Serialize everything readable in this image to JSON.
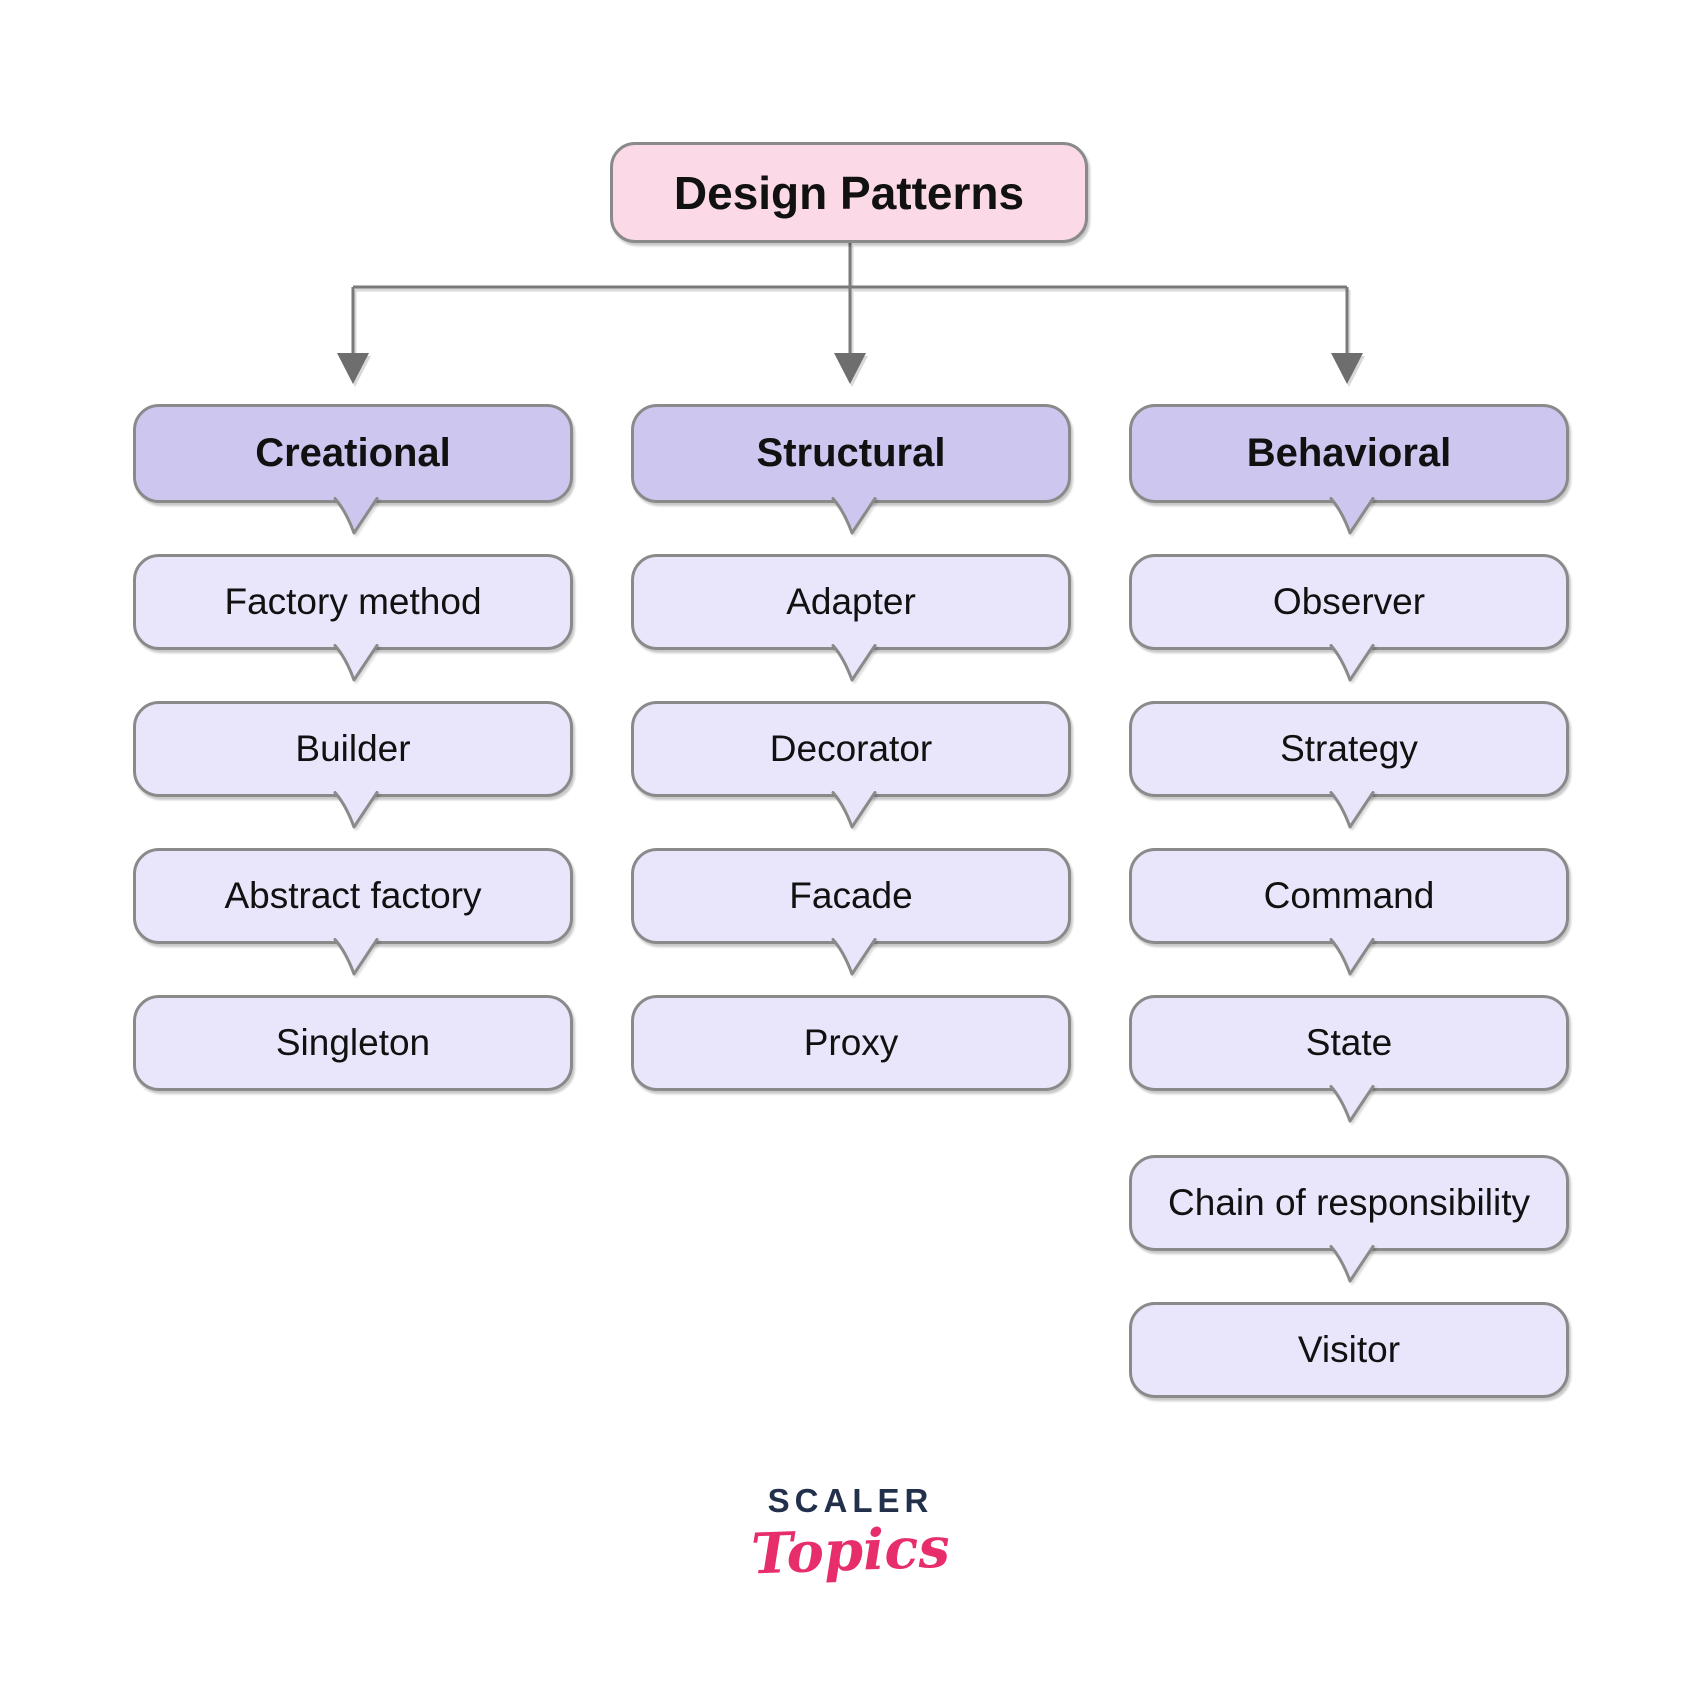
{
  "title": {
    "label": "Design Patterns"
  },
  "categories": [
    {
      "label": "Creational",
      "items": [
        "Factory method",
        "Builder",
        "Abstract factory",
        "Singleton"
      ]
    },
    {
      "label": "Structural",
      "items": [
        "Adapter",
        "Decorator",
        "Facade",
        "Proxy"
      ]
    },
    {
      "label": "Behavioral",
      "items": [
        "Observer",
        "Strategy",
        "Command",
        "State",
        "Chain of responsibility",
        "Visitor"
      ]
    }
  ],
  "logo": {
    "brand": "SCALER",
    "sub": "Topics"
  },
  "colors": {
    "root_fill": "#fbd9e6",
    "cat_fill": "#cdc7f0",
    "item_fill": "#e9e6fb",
    "border": "#8a8a8a",
    "connector": "#7a7a7a",
    "arrowhead": "#6e6e6e",
    "text": "#111111",
    "logo_navy": "#22304c",
    "logo_pink": "#e82d6b"
  }
}
